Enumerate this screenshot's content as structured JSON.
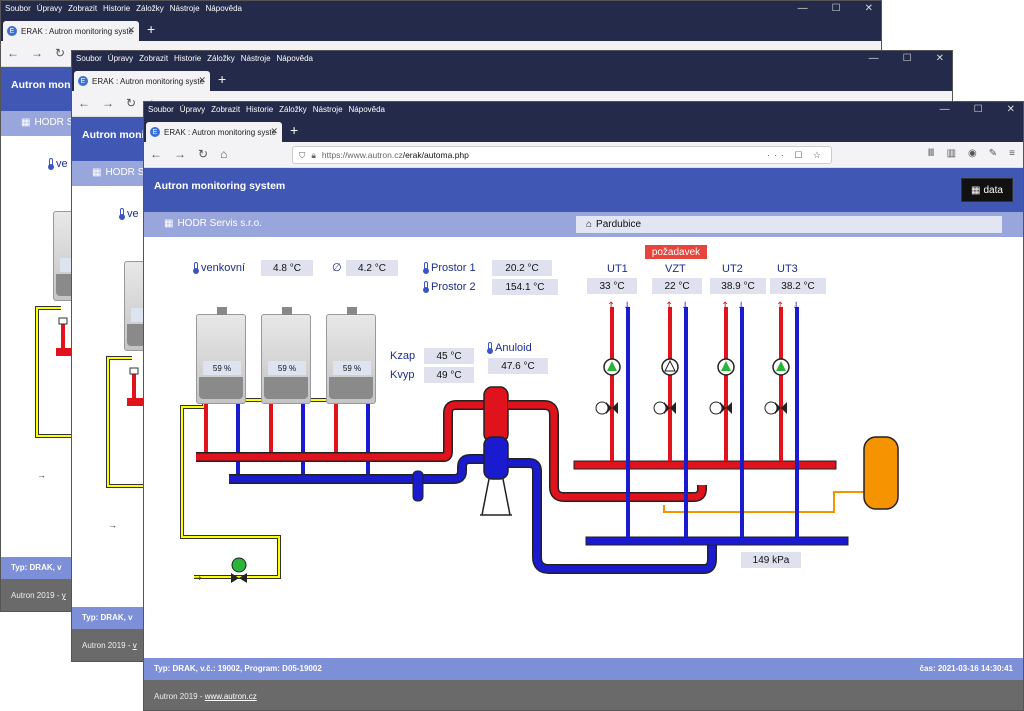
{
  "browser": {
    "menu": [
      "Soubor",
      "Úpravy",
      "Zobrazit",
      "Historie",
      "Záložky",
      "Nástroje",
      "Nápověda"
    ],
    "tab_title": "ERAK : Autron monitoring syste",
    "new_tab": "+",
    "url_host": "https://www.autron.cz",
    "url_path": "/erak/automa.php",
    "url_actions": "··· ☐ ☆",
    "winctl": {
      "minimize": "—",
      "maximize": "☐",
      "close": "✕"
    }
  },
  "app": {
    "title": "Autron monitoring system",
    "title_short": "Autron monito",
    "data_button": "data",
    "company": "HODR Servis s.r.o.",
    "company_short": "HODR S",
    "location": "Pardubice",
    "footer_info": "Typ: DRAK, v.č.: 19002, Program: D05-19002",
    "footer_info_short": "Typ: DRAK, v",
    "footer_info_short2": "Typ: DRAK, v",
    "footer_time": "čas: 2021-03-16 14:30:41",
    "copyright": "Autron 2019 - ",
    "copyright_short": "Autron 2019 - ",
    "copyright_link": "www.autron.cz",
    "copyright_link_short": "y",
    "copyright_link_short2": "v"
  },
  "readings": {
    "outdoor_label": "venkovní",
    "outdoor_label_short": "ve",
    "outdoor_value": "4.8 °C",
    "avg_symbol": "∅",
    "avg_value": "4.2 °C",
    "room1_label": "Prostor 1",
    "room1_value": "20.2 °C",
    "room2_label": "Prostor 2",
    "room2_value": "154.1 °C",
    "kzap_label": "Kzap",
    "kzap_value": "45 °C",
    "kvyp_label": "Kvyp",
    "kvyp_value": "49 °C",
    "anuloid_label": "Anuloid",
    "anuloid_value": "47.6 °C",
    "pressure": "149 kPa",
    "demand_label": "požadavek"
  },
  "boilers": [
    {
      "load": "59 %"
    },
    {
      "load": "59 %"
    },
    {
      "load": "59 %"
    }
  ],
  "back_boiler_load": "59",
  "back_boiler_load2": "59",
  "circuits": [
    {
      "name": "UT1",
      "temp": "33 °C"
    },
    {
      "name": "VZT",
      "temp": "22 °C"
    },
    {
      "name": "UT2",
      "temp": "38.9 °C"
    },
    {
      "name": "UT3",
      "temp": "38.2 °C"
    }
  ],
  "colors": {
    "supply": "#e0121c",
    "return": "#1a1acf",
    "gas": "#ffff00",
    "expansion": "#f59400",
    "header": "#4058b4"
  }
}
